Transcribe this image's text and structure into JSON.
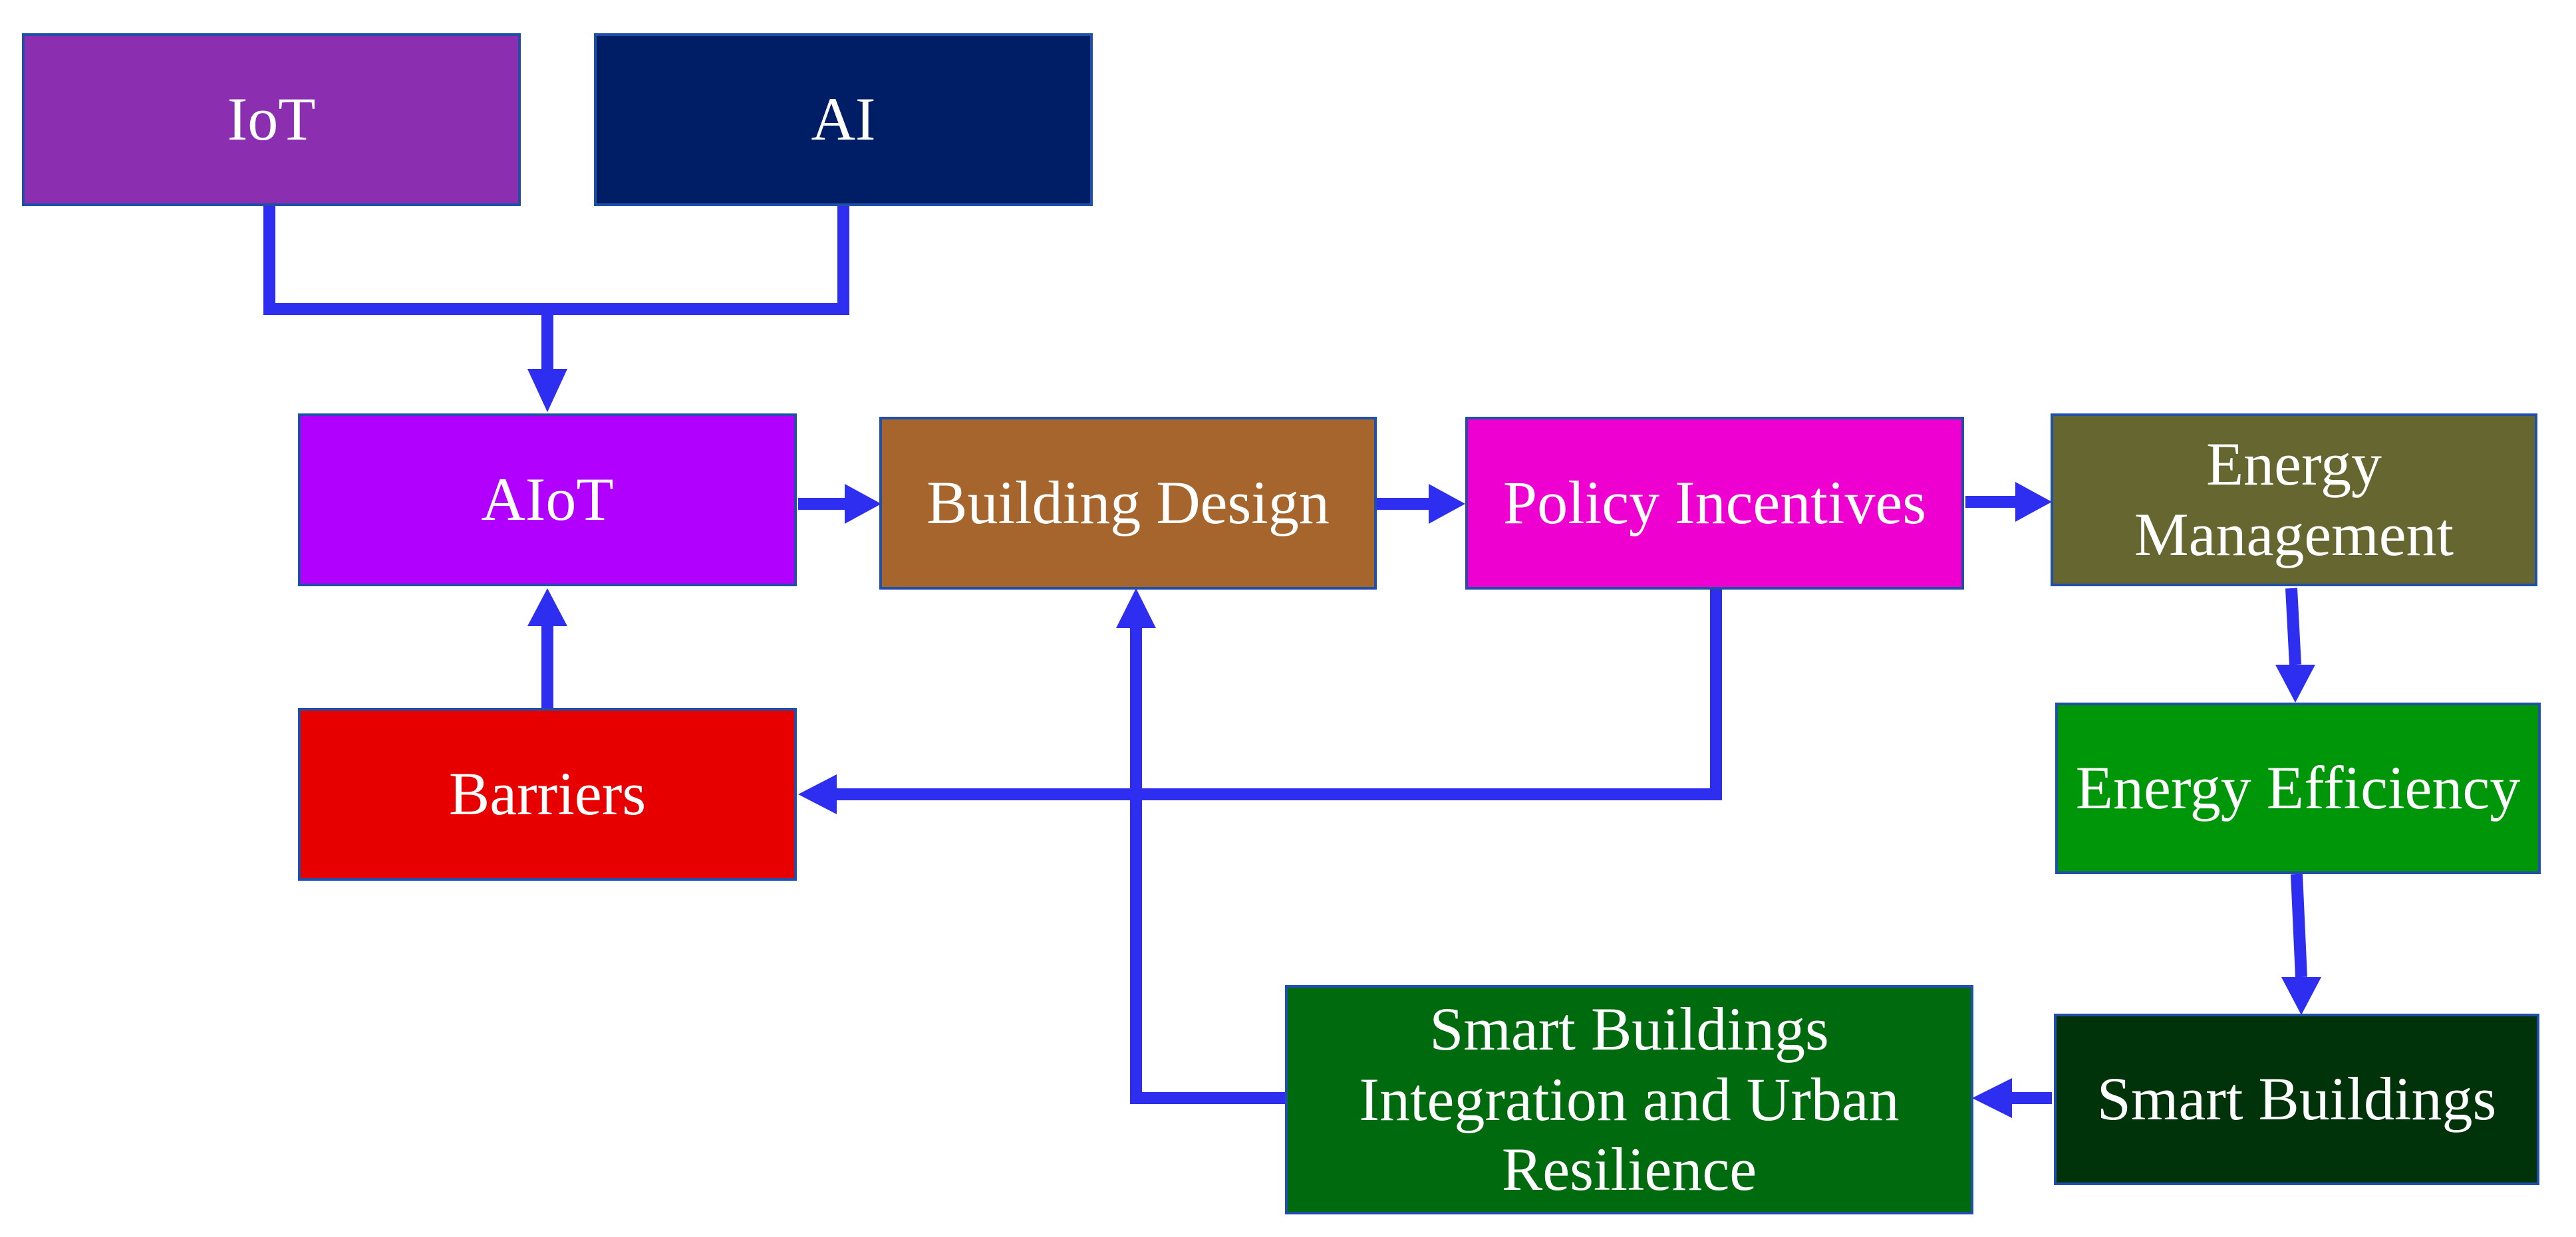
{
  "diagram": {
    "connector_color": "#2e2ef0",
    "nodes": {
      "iot": {
        "label": "IoT",
        "color": "#8b2fb0"
      },
      "ai": {
        "label": "AI",
        "color": "#001e66"
      },
      "aiot": {
        "label": "AIoT",
        "color": "#b200ff"
      },
      "building": {
        "label": "Building Design",
        "color": "#a6652d"
      },
      "policy": {
        "label": "Policy Incentives",
        "color": "#ee00d0"
      },
      "energy_mgmt": {
        "label": "Energy\nManagement",
        "color": "#656630"
      },
      "barriers": {
        "label": "Barriers",
        "color": "#e60000"
      },
      "efficiency": {
        "label": "Energy Efficiency",
        "color": "#00960a"
      },
      "smart_int": {
        "label": "Smart Buildings\nIntegration and Urban\nResilience",
        "color": "#006b0e"
      },
      "smart": {
        "label": "Smart Buildings",
        "color": "#00330a"
      }
    },
    "edges": [
      {
        "from": "IoT",
        "to": "AIoT"
      },
      {
        "from": "AI",
        "to": "AIoT"
      },
      {
        "from": "AIoT",
        "to": "Building Design"
      },
      {
        "from": "Building Design",
        "to": "Policy Incentives"
      },
      {
        "from": "Policy Incentives",
        "to": "Energy Management"
      },
      {
        "from": "Policy Incentives",
        "to": "Barriers"
      },
      {
        "from": "Barriers",
        "to": "AIoT"
      },
      {
        "from": "Energy Management",
        "to": "Energy Efficiency"
      },
      {
        "from": "Energy Efficiency",
        "to": "Smart Buildings"
      },
      {
        "from": "Smart Buildings",
        "to": "Smart Buildings Integration and Urban Resilience"
      },
      {
        "from": "Smart Buildings Integration and Urban Resilience",
        "to": "Building Design"
      }
    ]
  }
}
